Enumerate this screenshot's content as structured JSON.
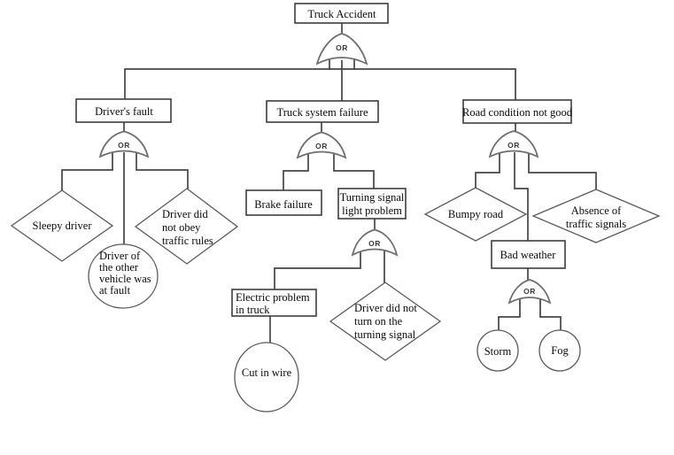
{
  "diagram": {
    "kind": "fault-tree",
    "top_event": "Truck Accident",
    "colors": {
      "background": "#ffffff",
      "line": "#454545",
      "gate_stroke": "#6e6e6e",
      "text": "#0a0a0a"
    }
  },
  "gates": [
    {
      "id": "top",
      "label": "OR"
    },
    {
      "id": "drivers-fault",
      "label": "OR"
    },
    {
      "id": "truck-system-failure",
      "label": "OR"
    },
    {
      "id": "turning-signal",
      "label": "OR"
    },
    {
      "id": "road-condition",
      "label": "OR"
    },
    {
      "id": "bad-weather",
      "label": "OR"
    }
  ],
  "nodes": {
    "truck_accident": {
      "label": "Truck Accident",
      "shape": "rectangle"
    },
    "drivers_fault": {
      "label": "Driver's fault",
      "shape": "rectangle"
    },
    "truck_system_failure": {
      "label": "Truck system failure",
      "shape": "rectangle"
    },
    "road_condition": {
      "label": "Road condition not good",
      "shape": "rectangle"
    },
    "sleepy_driver": {
      "label": "Sleepy driver",
      "shape": "diamond"
    },
    "driver_other_vehicle": {
      "lines": [
        "Driver of",
        "the other",
        "vehicle was",
        "at fault"
      ],
      "shape": "circle"
    },
    "driver_not_obey": {
      "lines": [
        "Driver did",
        "not obey",
        "traffic rules"
      ],
      "shape": "diamond"
    },
    "brake_failure": {
      "label": "Brake failure",
      "shape": "rectangle"
    },
    "turning_signal_problem": {
      "lines": [
        "Turning signal",
        "light problem"
      ],
      "shape": "rectangle"
    },
    "electric_problem": {
      "lines": [
        "Electric problem",
        "in truck"
      ],
      "shape": "rectangle"
    },
    "driver_no_turn_signal": {
      "lines": [
        "Driver did not",
        "turn on the",
        "turning signal"
      ],
      "shape": "diamond"
    },
    "cut_in_wire": {
      "label": "Cut in wire",
      "shape": "circle"
    },
    "bumpy_road": {
      "label": "Bumpy road",
      "shape": "diamond"
    },
    "absence_signals": {
      "lines": [
        "Absence of",
        "traffic signals"
      ],
      "shape": "diamond"
    },
    "bad_weather": {
      "label": "Bad weather",
      "shape": "rectangle"
    },
    "storm": {
      "label": "Storm",
      "shape": "circle"
    },
    "fog": {
      "label": "Fog",
      "shape": "circle"
    }
  }
}
